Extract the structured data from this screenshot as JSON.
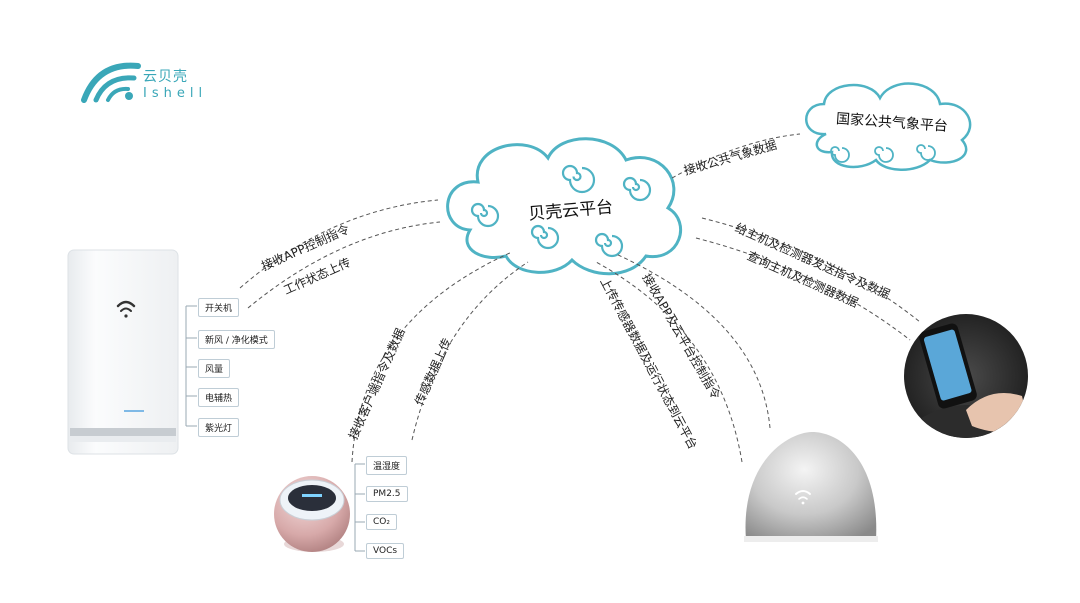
{
  "brand": {
    "name_cn": "云贝壳",
    "name_en": "Ishell"
  },
  "clouds": {
    "main": "贝壳云平台",
    "weather": "国家公共气象平台"
  },
  "links": {
    "receive_weather": "接收公共气象数据",
    "receive_app_control": "接收APP控制指令",
    "upload_status": "工作状态上传",
    "send_commands": "给主机及检测器发送指令及数据",
    "query_data": "查询主机及检测器数据",
    "receive_client_cmd": "接收客户端指令及数据",
    "upload_sensor": "传感数据上传",
    "upload_sensor_status": "上传传感器数据及运行状态到云平台",
    "receive_app_cloud": "接收APP及云平台控制指令"
  },
  "main_unit_features": [
    "开关机",
    "新风 / 净化模式",
    "风量",
    "电辅热",
    "紫光灯"
  ],
  "sensor_features": [
    "温湿度",
    "PM2.5",
    "CO₂",
    "VOCs"
  ],
  "colors": {
    "accent": "#3aa7b8",
    "cloud_stroke": "#4fb3c4"
  }
}
